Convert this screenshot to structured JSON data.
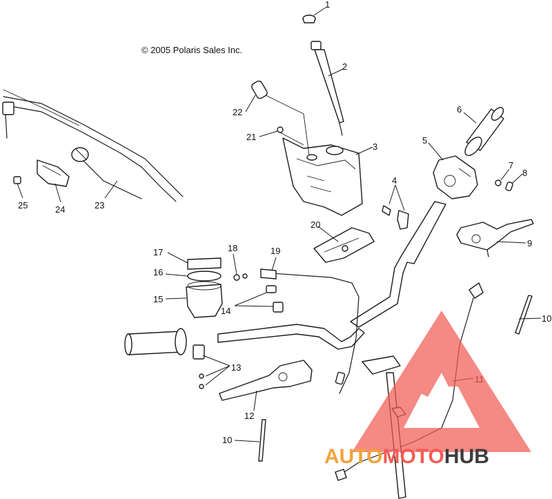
{
  "copyright": "© 2005 Polaris Sales Inc.",
  "callouts": {
    "c1": "1",
    "c2": "2",
    "c3": "3",
    "c4": "4",
    "c5": "5",
    "c6": "6",
    "c7": "7",
    "c8": "8",
    "c9": "9",
    "c10a": "10",
    "c10b": "10",
    "c11": "11",
    "c12": "12",
    "c13": "13",
    "c14": "14",
    "c15": "15",
    "c16": "16",
    "c17": "17",
    "c18": "18",
    "c19": "19",
    "c20": "20",
    "c21": "21",
    "c22": "22",
    "c23": "23",
    "c24": "24",
    "c25": "25"
  },
  "watermark": {
    "part1": "AUTO",
    "part2": "MOTO",
    "part3": "HUB",
    "color_primary": "#f25c54",
    "color_secondary": "#f2a33a",
    "color_dark": "#3c3c3c"
  }
}
